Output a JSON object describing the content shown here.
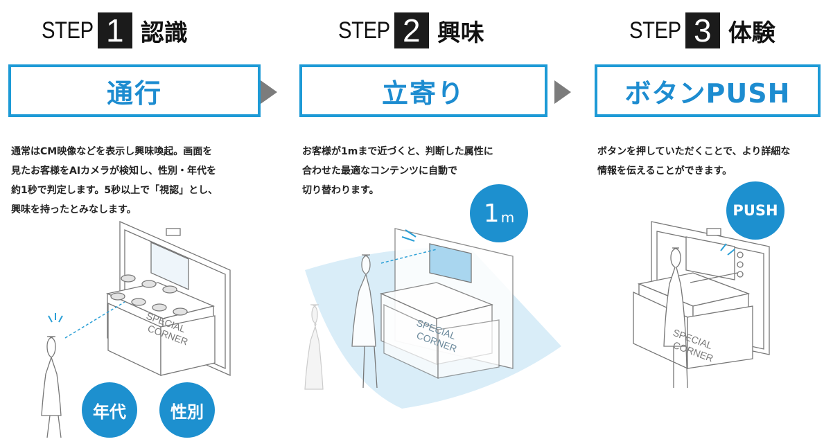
{
  "steps": [
    {
      "step_word": "STEP",
      "number": "1",
      "name": "認識",
      "title": "通行",
      "description": "通常はCM映像などを表示し興味喚起。画面を\n見たお客様をAIカメラが検知し、性別・年代を\n約1秒で判定します。5秒以上で「視認」とし、\n興味を持ったとみなします。",
      "badges": [
        "年代",
        "性別"
      ],
      "corner_text": "SPECIAL\nCORNER"
    },
    {
      "step_word": "STEP",
      "number": "2",
      "name": "興味",
      "title": "立寄り",
      "description": "お客様が1mまで近づくと、判断した属性に\n合わせた最適なコンテンツに自動で\n切り替わります。",
      "badge_main": "1",
      "badge_unit": "m",
      "corner_text": "SPECIAL\nCORNER"
    },
    {
      "step_word": "STEP",
      "number": "3",
      "name": "体験",
      "title": "ボタンPUSH",
      "description": "ボタンを押していただくことで、より詳細な\n情報を伝えることができます。",
      "badge": "PUSH",
      "corner_text": "SPECIAL\nCORNER"
    }
  ],
  "colors": {
    "accent": "#1d9ad6",
    "step_box": "#1b1b1b",
    "arrow": "#7c7c7c"
  }
}
